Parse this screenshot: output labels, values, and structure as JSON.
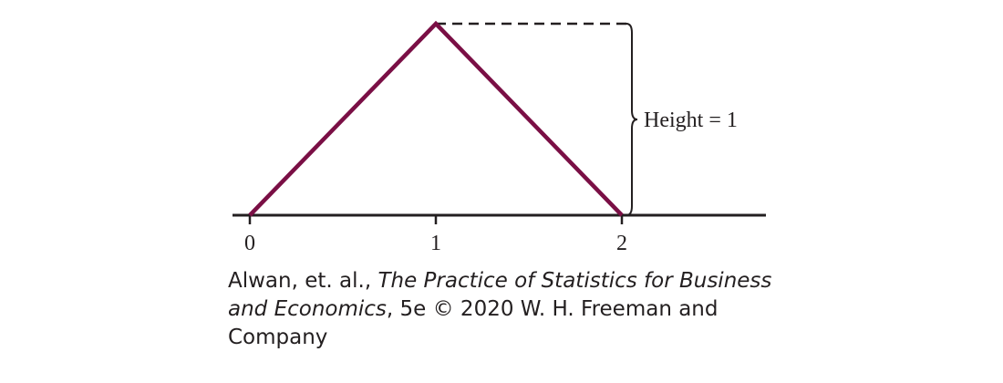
{
  "chart_data": {
    "type": "line",
    "title": "",
    "xlabel": "",
    "ylabel": "",
    "xlim": [
      0,
      2.8
    ],
    "ylim": [
      0,
      1
    ],
    "grid": false,
    "x_ticks": [
      "0",
      "1",
      "2"
    ],
    "series": [
      {
        "x": [
          0,
          1,
          2
        ],
        "y": [
          0,
          1,
          0
        ]
      }
    ],
    "annotation": {
      "text": "Height = 1",
      "spans_y": [
        0,
        1
      ],
      "at_x": 2,
      "guide_line": "dashed"
    },
    "colors": {
      "density": "#7a0f45",
      "axis": "#231f20"
    }
  },
  "credit": {
    "prefix": "Alwan, et. al., ",
    "title_part1": "The Practice of Statistics for Business",
    "title_part2": "and Economics",
    "suffix": ", 5e © 2020 W. H. Freeman and",
    "last_line": "Company"
  }
}
